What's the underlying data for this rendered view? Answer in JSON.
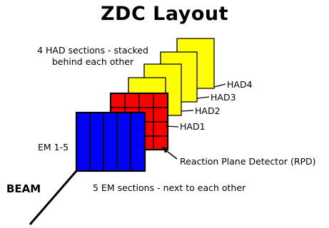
{
  "title": "ZDC Layout",
  "labels": {
    "had_note_line1": "4 HAD sections - stacked",
    "had_note_line2": "behind each other",
    "had4": "HAD4",
    "had3": "HAD3",
    "had2": "HAD2",
    "had1": "HAD1",
    "em": "EM 1-5",
    "rpd": "Reaction Plane Detector (RPD)",
    "beam": "BEAM",
    "em_note": "5 EM sections - next to each other"
  },
  "colors": {
    "had": "#ffff00",
    "rpd": "#ff0000",
    "em": "#0000ff",
    "outline": "#000000"
  },
  "counts": {
    "had_sections": 4,
    "em_sections": 5,
    "rpd_grid_rows": 4,
    "rpd_grid_cols": 4
  }
}
